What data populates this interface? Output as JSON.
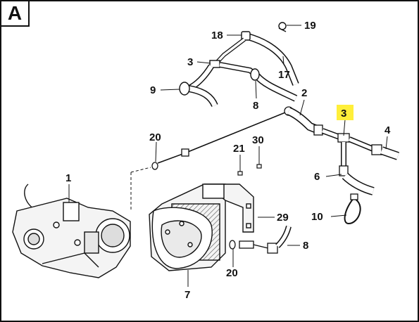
{
  "panel": {
    "letter": "A"
  },
  "callouts": {
    "c19": "19",
    "c18": "18",
    "c17": "17",
    "c3a": "3",
    "c9": "9",
    "c8a": "8",
    "c2": "2",
    "c3b": "3",
    "c4": "4",
    "c6": "6",
    "c10": "10",
    "c20a": "20",
    "c21": "21",
    "c30": "30",
    "c1": "1",
    "c29": "29",
    "c8b": "8",
    "c20b": "20",
    "c7": "7"
  },
  "colors": {
    "highlight": "#ffef3a",
    "ink": "#111111",
    "part_fill": "#f4f4f4",
    "part_shade": "#c8c8c8"
  }
}
